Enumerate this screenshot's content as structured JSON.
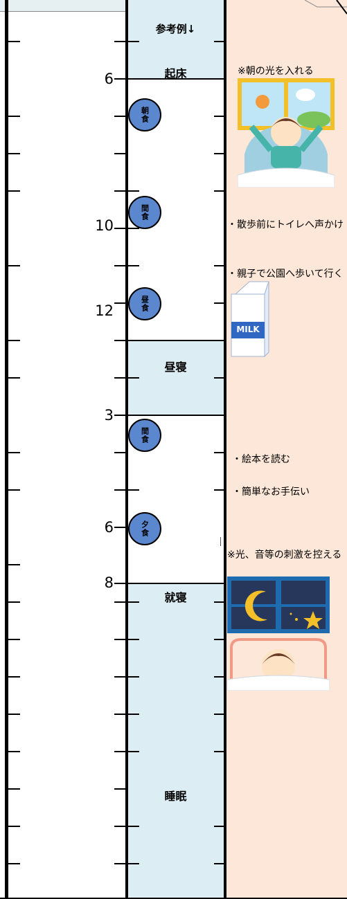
{
  "header": {
    "reference_label": "参考例↓"
  },
  "hours": [
    {
      "id": "h6",
      "label": "6"
    },
    {
      "id": "h10",
      "label": "10"
    },
    {
      "id": "h12",
      "label": "12"
    },
    {
      "id": "h3",
      "label": "3"
    },
    {
      "id": "h6pm",
      "label": "6"
    },
    {
      "id": "h8",
      "label": "8"
    }
  ],
  "activities": {
    "wake": "起床",
    "nap": "昼寝",
    "bedtime": "就寝",
    "sleep": "睡眠"
  },
  "meals": {
    "breakfast": "朝食",
    "snack_am": "間食",
    "lunch": "昼食",
    "snack_pm": "間食",
    "dinner": "夕食"
  },
  "notes": {
    "morning_light": "※朝の光を入れる",
    "toilet_before_walk": "・散歩前にトイレへ声かけ",
    "walk_to_park": "・親子で公園へ歩いて行く",
    "milk_label": "MILK",
    "picture_book": "・絵本を読む",
    "chores": "・簡単なお手伝い",
    "stimulus": "※光、音等の刺激を控える"
  },
  "colors": {
    "band": "#dcedf3",
    "notes_panel": "#fce7d8",
    "meal_circle": "#5b87cf"
  }
}
